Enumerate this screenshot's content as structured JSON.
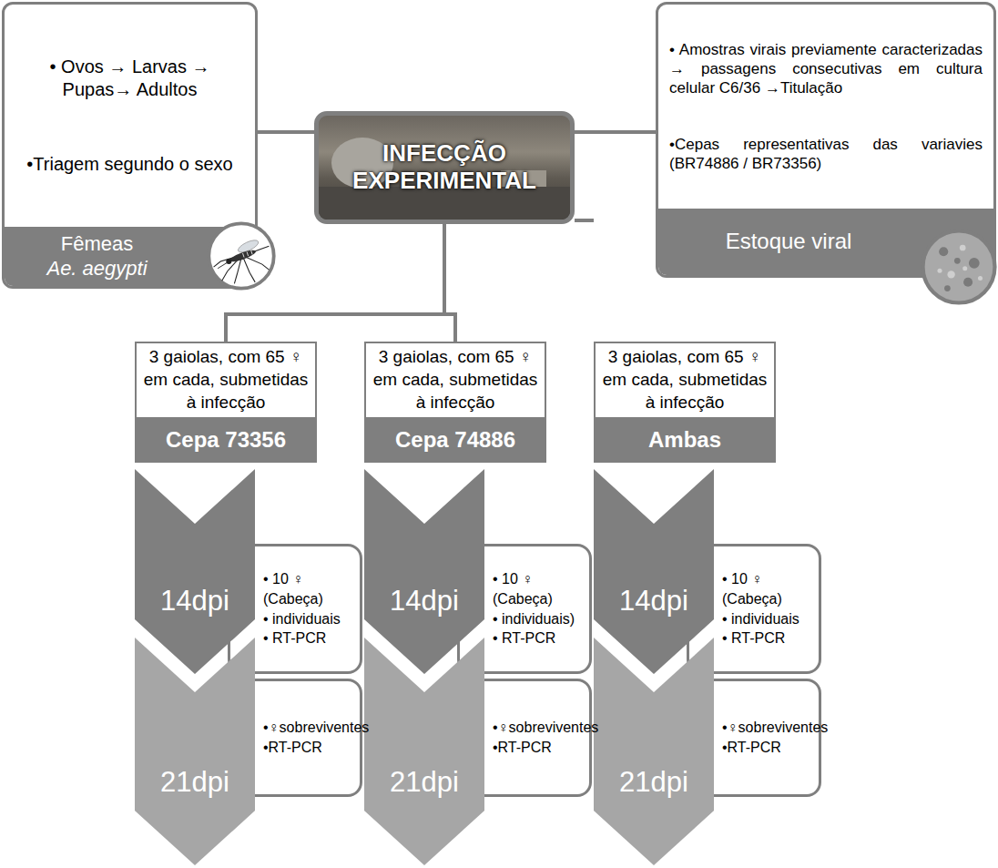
{
  "diagram": {
    "nodes": [
      {
        "text": [
          "• Ovos → Larvas → Pupas→ Adultos",
          "•Triagem segundo o sexo",
          "Fêmeas",
          "Ae. aegypti"
        ]
      },
      {
        "text": [
          "INFECÇÃO EXPERIMENTAL"
        ]
      },
      {
        "text": [
          "• Amostras virais previamente caracterizadas → passagens consecutivas em cultura celular C6/36 →Titulação",
          "•Cepas representativas das variavies (BR74886 / BR73356)",
          "Estoque viral"
        ]
      },
      {
        "text": [
          "3 gaiolas, com 65 ♀ em cada, submetidas à infecção",
          "Cepa 73356"
        ]
      },
      {
        "text": [
          "3  gaiolas, com 65 ♀ em cada, submetidas à infecção",
          "Cepa 74886"
        ]
      },
      {
        "text": [
          "3  gaiolas, com 65 ♀ em cada, submetidas à infecção",
          "Ambas"
        ]
      },
      {
        "text": [
          "14dpi"
        ]
      },
      {
        "text": [
          "• 10 ♀ (Cabeça)",
          "• individuais",
          "• RT-PCR"
        ]
      },
      {
        "text": [
          "14dpi"
        ]
      },
      {
        "text": [
          "• 10 ♀ (Cabeça)",
          "• individuais)",
          "• RT-PCR"
        ]
      },
      {
        "text": [
          "14dpi"
        ]
      },
      {
        "text": [
          "• 10 ♀ (Cabeça)",
          "• individuais",
          "• RT-PCR"
        ]
      },
      {
        "text": [
          "21dpi"
        ]
      },
      {
        "text": [
          "•♀sobreviventes",
          "•RT-PCR"
        ]
      },
      {
        "text": [
          "21dpi"
        ]
      },
      {
        "text": [
          "•♀sobreviventes",
          "•RT-PCR"
        ]
      },
      {
        "text": [
          "21dpi"
        ]
      },
      {
        "text": [
          "•♀sobreviventes",
          "•RT-PCR"
        ]
      }
    ],
    "edges": [
      {
        "from": 0,
        "to": 1,
        "arrow": "none"
      },
      {
        "from": 1,
        "to": 2,
        "arrow": "none"
      },
      {
        "from": 1,
        "to": 3,
        "arrow": "none"
      },
      {
        "from": 1,
        "to": 4,
        "arrow": "none"
      },
      {
        "from": 1,
        "to": 5,
        "arrow": "none"
      }
    ]
  }
}
